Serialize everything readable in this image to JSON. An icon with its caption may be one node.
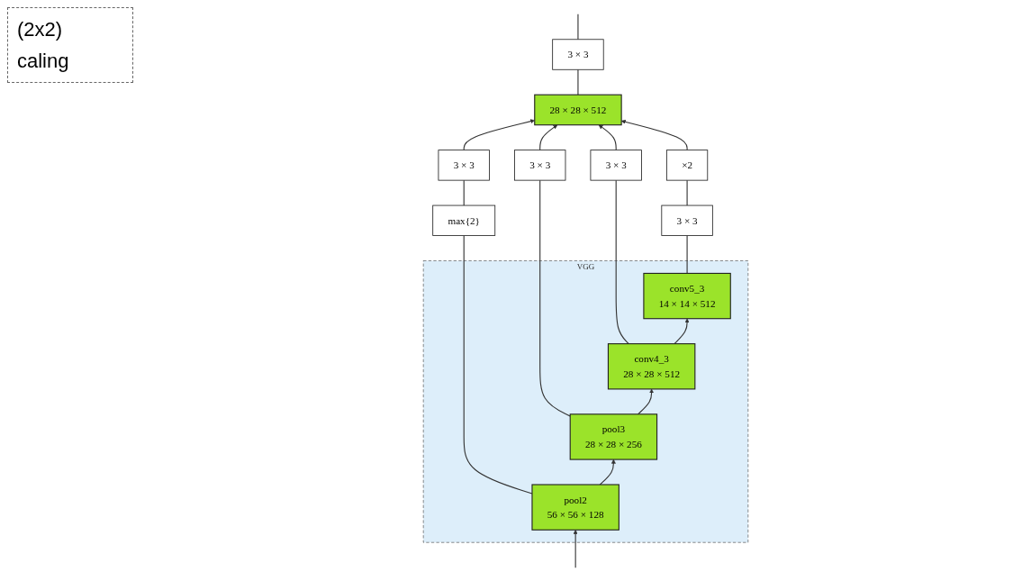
{
  "diagram": {
    "nodes": [
      {
        "text": [
          "VGG"
        ]
      },
      {
        "text": [
          "pool2",
          "56 × 56 × 128"
        ],
        "in": 0
      },
      {
        "text": [
          "pool3",
          "28 × 28 × 256"
        ],
        "in": 0
      },
      {
        "text": [
          "conv4_3",
          "28 × 28 × 512"
        ],
        "in": 0
      },
      {
        "text": [
          "conv5_3",
          "14 × 14 × 512"
        ],
        "in": 0
      },
      {
        "text": [
          "max{2}"
        ]
      },
      {
        "text": [
          "3 × 3"
        ]
      },
      {
        "text": [
          "3 × 3"
        ]
      },
      {
        "text": [
          "3 × 3"
        ]
      },
      {
        "text": [
          "3 × 3"
        ]
      },
      {
        "text": [
          "×2"
        ]
      },
      {
        "text": [
          "28 × 28 × 512"
        ]
      },
      {
        "text": [
          "3 × 3"
        ]
      }
    ],
    "edges": [
      {
        "from": null,
        "to": 1,
        "arrow": "to"
      },
      {
        "from": 1,
        "to": 2,
        "arrow": "to"
      },
      {
        "from": 2,
        "to": 3,
        "arrow": "to"
      },
      {
        "from": 3,
        "to": 4,
        "arrow": "to"
      },
      {
        "from": 1,
        "to": 5,
        "arrow": "none"
      },
      {
        "from": 5,
        "to": 6,
        "arrow": "none"
      },
      {
        "from": 6,
        "to": 11,
        "arrow": "to"
      },
      {
        "from": 2,
        "to": 7,
        "arrow": "none"
      },
      {
        "from": 7,
        "to": 11,
        "arrow": "to"
      },
      {
        "from": 3,
        "to": 8,
        "arrow": "none"
      },
      {
        "from": 8,
        "to": 11,
        "arrow": "to"
      },
      {
        "from": 4,
        "to": 9,
        "arrow": "none"
      },
      {
        "from": 9,
        "to": 10,
        "arrow": "none"
      },
      {
        "from": 10,
        "to": 11,
        "arrow": "to"
      },
      {
        "from": 11,
        "to": 12,
        "arrow": "none"
      },
      {
        "from": 12,
        "to": null,
        "arrow": "none"
      }
    ],
    "labels": [
      "(2x2)",
      "caling"
    ]
  }
}
